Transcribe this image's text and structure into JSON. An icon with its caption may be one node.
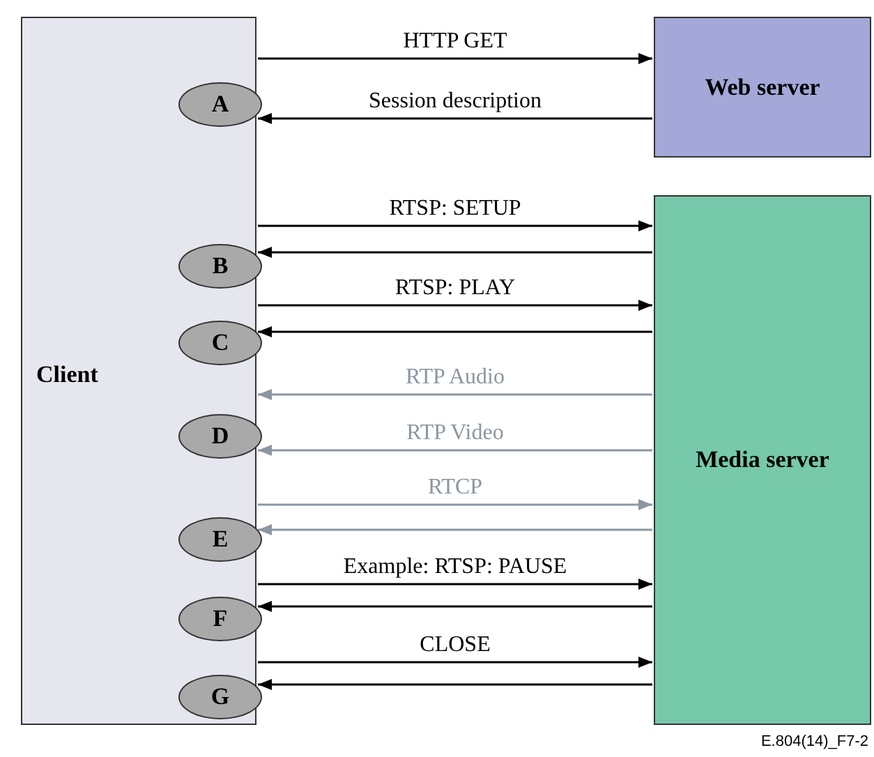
{
  "diagram": {
    "nodes": [
      {
        "text": [
          "Client"
        ]
      },
      {
        "text": [
          "A"
        ],
        "in": 0
      },
      {
        "text": [
          "B"
        ],
        "in": 0
      },
      {
        "text": [
          "C"
        ],
        "in": 0
      },
      {
        "text": [
          "D"
        ],
        "in": 0
      },
      {
        "text": [
          "E"
        ],
        "in": 0
      },
      {
        "text": [
          "F"
        ],
        "in": 0
      },
      {
        "text": [
          "G"
        ],
        "in": 0
      },
      {
        "text": [
          "Web server"
        ]
      },
      {
        "text": [
          "Media server"
        ]
      }
    ],
    "edges": [
      {
        "from": 0,
        "to": 8,
        "arrow": "to",
        "label": "HTTP GET"
      },
      {
        "from": 8,
        "to": 0,
        "arrow": "to",
        "label": "Session description"
      },
      {
        "from": 0,
        "to": 9,
        "arrow": "to",
        "label": "RTSP: SETUP"
      },
      {
        "from": 9,
        "to": 0,
        "arrow": "to"
      },
      {
        "from": 0,
        "to": 9,
        "arrow": "to",
        "label": "RTSP: PLAY"
      },
      {
        "from": 9,
        "to": 0,
        "arrow": "to"
      },
      {
        "from": 9,
        "to": 0,
        "arrow": "to",
        "label": "RTP Audio",
        "color": "#8c96a0"
      },
      {
        "from": 9,
        "to": 0,
        "arrow": "to",
        "label": "RTP Video",
        "color": "#8c96a0"
      },
      {
        "from": 0,
        "to": 9,
        "arrow": "to",
        "label": "RTCP",
        "color": "#8c96a0"
      },
      {
        "from": 9,
        "to": 0,
        "arrow": "to",
        "color": "#8c96a0"
      },
      {
        "from": 0,
        "to": 9,
        "arrow": "to",
        "label": "Example: RTSP: PAUSE"
      },
      {
        "from": 9,
        "to": 0,
        "arrow": "to"
      },
      {
        "from": 0,
        "to": 9,
        "arrow": "to",
        "label": "CLOSE"
      },
      {
        "from": 9,
        "to": 0,
        "arrow": "to"
      }
    ],
    "labels": [
      "E.804(14)_F7-2"
    ]
  }
}
